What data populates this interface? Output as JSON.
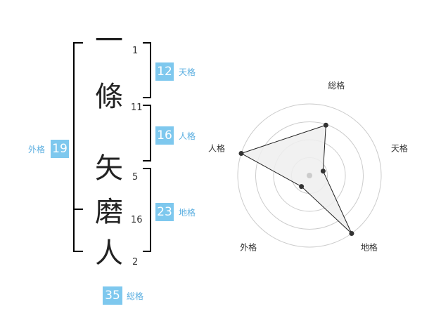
{
  "name_chars": [
    {
      "char": "一",
      "strokes": "1"
    },
    {
      "char": "條",
      "strokes": "11"
    },
    {
      "char": "矢",
      "strokes": "5"
    },
    {
      "char": "磨",
      "strokes": "16"
    },
    {
      "char": "人",
      "strokes": "2"
    }
  ],
  "fortunes": {
    "tenkaku": {
      "value": "12",
      "label": "天格"
    },
    "jinkaku": {
      "value": "16",
      "label": "人格"
    },
    "chikaku": {
      "value": "23",
      "label": "地格"
    },
    "gaikaku": {
      "value": "19",
      "label": "外格"
    },
    "soukaku": {
      "value": "35",
      "label": "総格"
    }
  },
  "chart_data": {
    "type": "radar",
    "axes": [
      "総格",
      "天格",
      "地格",
      "外格",
      "人格"
    ],
    "values": [
      0.74,
      0.2,
      1.0,
      0.19,
      1.0
    ],
    "rings": 4,
    "colors": {
      "fill": "#eeeeee",
      "stroke": "#222222",
      "ring": "#cccccc",
      "center": "#cccccc",
      "accent": "#7ec8ee"
    }
  }
}
